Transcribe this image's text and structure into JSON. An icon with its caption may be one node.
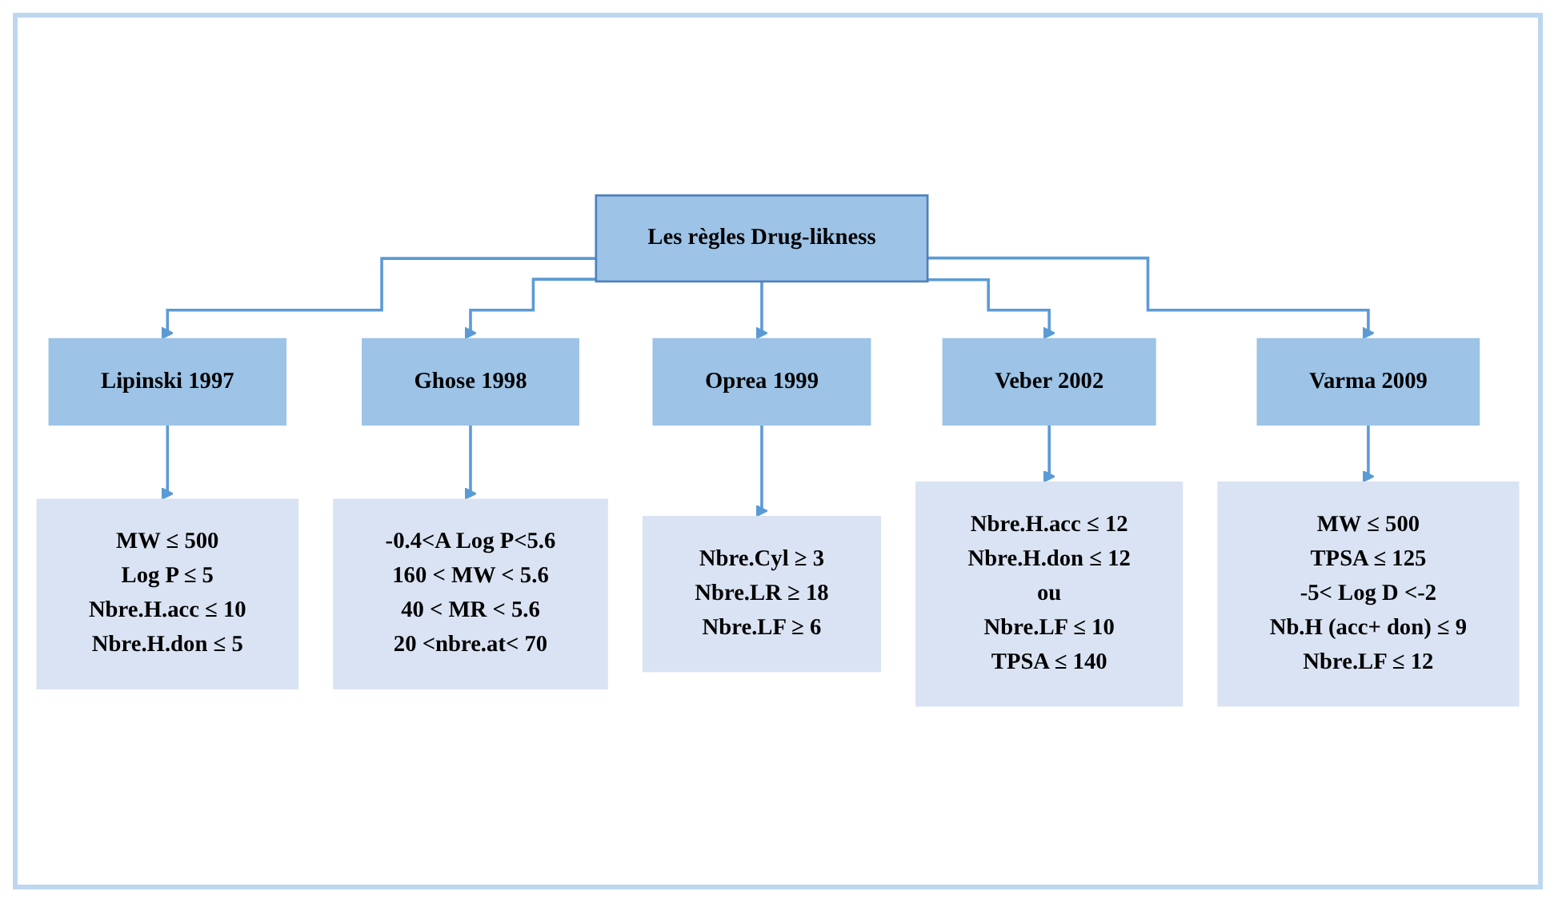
{
  "diagram": {
    "nodes": [
      {
        "text": [
          "Les règles Drug-likness"
        ]
      },
      {
        "text": [
          "Lipinski 1997"
        ]
      },
      {
        "text": [
          "Ghose 1998"
        ]
      },
      {
        "text": [
          "Oprea 1999"
        ]
      },
      {
        "text": [
          "Veber 2002"
        ]
      },
      {
        "text": [
          "Varma 2009"
        ]
      },
      {
        "text": [
          "MW ≤ 500",
          "Log P ≤ 5",
          "Nbre.H.acc ≤ 10",
          "Nbre.H.don ≤ 5"
        ]
      },
      {
        "text": [
          "-0.4<A Log P<5.6",
          "160 < MW < 5.6",
          "40 < MR < 5.6",
          "20 <nbre.at< 70"
        ]
      },
      {
        "text": [
          "Nbre.Cyl ≥ 3",
          "Nbre.LR ≥ 18",
          "Nbre.LF ≥ 6"
        ]
      },
      {
        "text": [
          "Nbre.H.acc ≤ 12",
          "Nbre.H.don ≤ 12",
          "ou",
          "Nbre.LF ≤ 10",
          "TPSA ≤ 140"
        ]
      },
      {
        "text": [
          "MW ≤ 500",
          "TPSA ≤ 125",
          "-5< Log D <-2",
          "Nb.H (acc+ don) ≤ 9",
          "Nbre.LF ≤ 12"
        ]
      }
    ],
    "edges": [
      {
        "from": 0,
        "to": 1,
        "arrow": "to"
      },
      {
        "from": 0,
        "to": 2,
        "arrow": "to"
      },
      {
        "from": 0,
        "to": 3,
        "arrow": "to"
      },
      {
        "from": 0,
        "to": 4,
        "arrow": "to"
      },
      {
        "from": 0,
        "to": 5,
        "arrow": "to"
      },
      {
        "from": 1,
        "to": 6,
        "arrow": "to"
      },
      {
        "from": 2,
        "to": 7,
        "arrow": "to"
      },
      {
        "from": 3,
        "to": 8,
        "arrow": "to"
      },
      {
        "from": 4,
        "to": 9,
        "arrow": "to"
      },
      {
        "from": 5,
        "to": 10,
        "arrow": "to"
      }
    ]
  }
}
